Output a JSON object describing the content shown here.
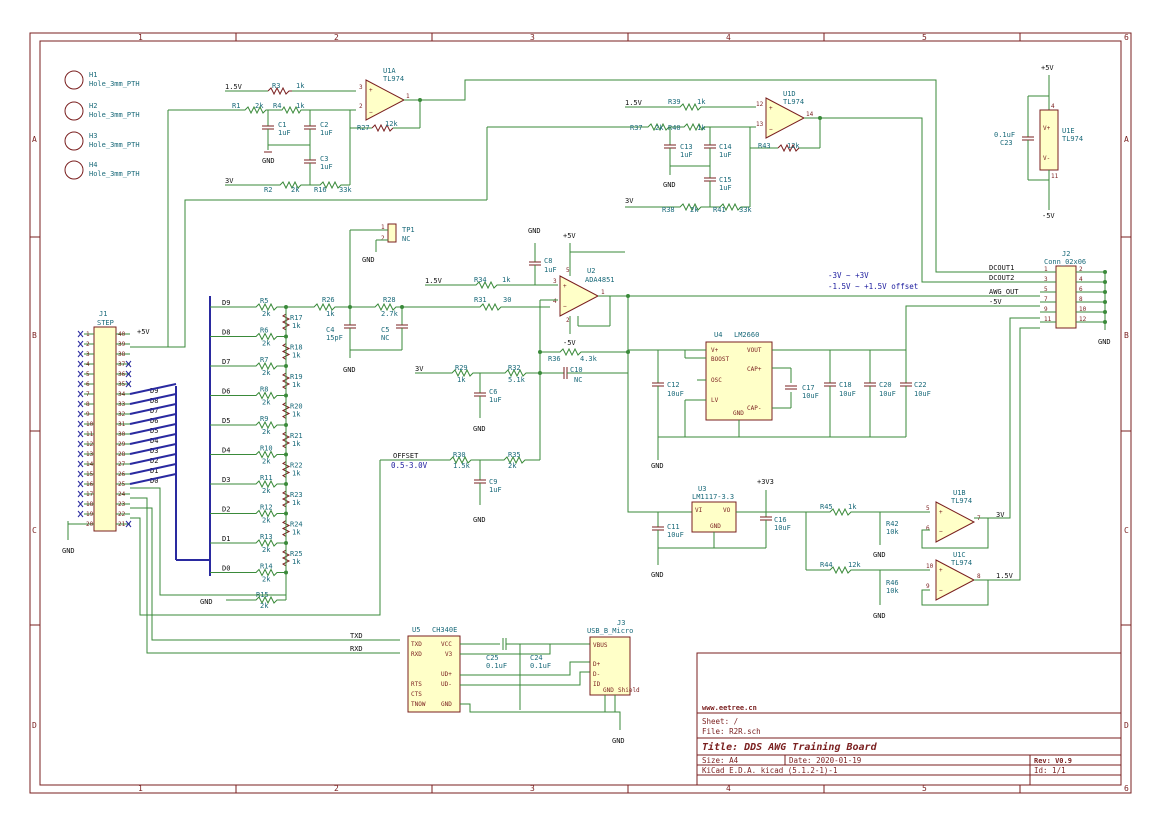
{
  "ruler": {
    "cols": [
      "1",
      "2",
      "3",
      "4",
      "5",
      "6"
    ],
    "rows": [
      "A",
      "B",
      "C",
      "D"
    ]
  },
  "holes": [
    {
      "ref": "H1",
      "val": "Hole_3mm_PTH"
    },
    {
      "ref": "H2",
      "val": "Hole_3mm_PTH"
    },
    {
      "ref": "H3",
      "val": "Hole_3mm_PTH"
    },
    {
      "ref": "H4",
      "val": "Hole_3mm_PTH"
    }
  ],
  "opamps": {
    "u1a": {
      "ref": "U1A",
      "val": "TL974"
    },
    "u1d": {
      "ref": "U1D",
      "val": "TL974"
    },
    "u1e": {
      "ref": "U1E",
      "val": "TL974"
    },
    "u1b": {
      "ref": "U1B",
      "val": "TL974"
    },
    "u1c": {
      "ref": "U1C",
      "val": "TL974"
    },
    "u2": {
      "ref": "U2",
      "val": "ADA4851"
    }
  },
  "resistors": {
    "r1": {
      "ref": "R1",
      "val": "2k"
    },
    "r2": {
      "ref": "R2",
      "val": "2k"
    },
    "r3": {
      "ref": "R3",
      "val": "1k"
    },
    "r4": {
      "ref": "R4",
      "val": "1k"
    },
    "r16": {
      "ref": "R16",
      "val": "33k"
    },
    "r27": {
      "ref": "R27",
      "val": "12k"
    },
    "r37": {
      "ref": "R37",
      "val": "2k"
    },
    "r38": {
      "ref": "R38",
      "val": "2k"
    },
    "r39": {
      "ref": "R39",
      "val": "1k"
    },
    "r40": {
      "ref": "R40",
      "val": "1k"
    },
    "r41": {
      "ref": "R41",
      "val": "33k"
    },
    "r43": {
      "ref": "R43",
      "val": "12k"
    },
    "r26": {
      "ref": "R26",
      "val": "1k"
    },
    "r28": {
      "ref": "R28",
      "val": "2.7k"
    },
    "r31": {
      "ref": "R31",
      "val": "30"
    },
    "r34": {
      "ref": "R34",
      "val": "1k"
    },
    "r36": {
      "ref": "R36",
      "val": "4.3k"
    },
    "r29": {
      "ref": "R29",
      "val": "1k"
    },
    "r32": {
      "ref": "R32",
      "val": "5.1k"
    },
    "r30": {
      "ref": "R30",
      "val": "1.5k"
    },
    "r35": {
      "ref": "R35",
      "val": "2k"
    },
    "r45": {
      "ref": "R45",
      "val": "1k"
    },
    "r42": {
      "ref": "R42",
      "val": "10k"
    },
    "r44": {
      "ref": "R44",
      "val": "12k"
    },
    "r46": {
      "ref": "R46",
      "val": "10k"
    }
  },
  "ladder": {
    "series": [
      {
        "ref": "R5",
        "val": "2k",
        "net": "D9"
      },
      {
        "ref": "R6",
        "val": "2k",
        "net": "D8"
      },
      {
        "ref": "R7",
        "val": "2k",
        "net": "D7"
      },
      {
        "ref": "R8",
        "val": "2k",
        "net": "D6"
      },
      {
        "ref": "R9",
        "val": "2k",
        "net": "D5"
      },
      {
        "ref": "R10",
        "val": "2k",
        "net": "D4"
      },
      {
        "ref": "R11",
        "val": "2k",
        "net": "D3"
      },
      {
        "ref": "R12",
        "val": "2k",
        "net": "D2"
      },
      {
        "ref": "R13",
        "val": "2k",
        "net": "D1"
      },
      {
        "ref": "R14",
        "val": "2k",
        "net": "D0"
      }
    ],
    "shunt": [
      {
        "ref": "R17",
        "val": "1k"
      },
      {
        "ref": "R18",
        "val": "1k"
      },
      {
        "ref": "R19",
        "val": "1k"
      },
      {
        "ref": "R20",
        "val": "1k"
      },
      {
        "ref": "R21",
        "val": "1k"
      },
      {
        "ref": "R22",
        "val": "1k"
      },
      {
        "ref": "R23",
        "val": "1k"
      },
      {
        "ref": "R24",
        "val": "1k"
      },
      {
        "ref": "R25",
        "val": "1k"
      }
    ],
    "term": {
      "ref": "R15",
      "val": "2k"
    }
  },
  "caps": {
    "c1": {
      "ref": "C1",
      "val": "1uF"
    },
    "c2": {
      "ref": "C2",
      "val": "1uF"
    },
    "c3": {
      "ref": "C3",
      "val": "1uF"
    },
    "c13": {
      "ref": "C13",
      "val": "1uF"
    },
    "c14": {
      "ref": "C14",
      "val": "1uF"
    },
    "c15": {
      "ref": "C15",
      "val": "1uF"
    },
    "c23": {
      "ref": "C23",
      "val": "0.1uF"
    },
    "c4": {
      "ref": "C4",
      "val": "15pF"
    },
    "c5": {
      "ref": "C5",
      "val": "NC"
    },
    "c8": {
      "ref": "C8",
      "val": "1uF"
    },
    "c6": {
      "ref": "C6",
      "val": "1uF"
    },
    "c10": {
      "ref": "C10",
      "val": "NC"
    },
    "c9": {
      "ref": "C9",
      "val": "1uF"
    },
    "c12": {
      "ref": "C12",
      "val": "10uF"
    },
    "c17": {
      "ref": "C17",
      "val": "10uF"
    },
    "c18": {
      "ref": "C18",
      "val": "10uF"
    },
    "c20": {
      "ref": "C20",
      "val": "10uF"
    },
    "c22": {
      "ref": "C22",
      "val": "10uF"
    },
    "c11": {
      "ref": "C11",
      "val": "10uF"
    },
    "c16": {
      "ref": "C16",
      "val": "10uF"
    },
    "c25": {
      "ref": "C25",
      "val": "0.1uF"
    },
    "c24": {
      "ref": "C24",
      "val": "0.1uF"
    }
  },
  "nets": {
    "v15": "1.5V",
    "v3": "3V",
    "gnd": "GND",
    "p5v": "+5V",
    "m5v": "-5V",
    "p3v3": "+3V3",
    "offset": "OFFSET",
    "offset_range": "0.5-3.0V",
    "txd": "TXD",
    "rxd": "RXD",
    "dcout1": "DCOUT1",
    "dcout2": "DCOUT2",
    "awg": "AWG_OUT",
    "m5": "-5V",
    "v3out": "3V",
    "v15out": "1.5V"
  },
  "tp1": {
    "ref": "TP1",
    "val": "NC"
  },
  "j1": {
    "ref": "J1",
    "val": "STEP",
    "left": [
      "1",
      "2",
      "3",
      "4",
      "5",
      "6",
      "7",
      "8",
      "9",
      "10",
      "11",
      "12",
      "13",
      "14",
      "15",
      "16",
      "17",
      "18",
      "19",
      "20"
    ],
    "right": [
      "40",
      "39",
      "38",
      "37",
      "36",
      "35",
      "34",
      "33",
      "32",
      "31",
      "30",
      "29",
      "28",
      "27",
      "26",
      "25",
      "24",
      "23",
      "22",
      "21"
    ],
    "data": [
      "D9",
      "D8",
      "D7",
      "D6",
      "D5",
      "D4",
      "D3",
      "D2",
      "D1",
      "D0"
    ]
  },
  "j2": {
    "ref": "J2",
    "val": "Conn_02x06",
    "left": [
      "1",
      "3",
      "5",
      "7",
      "9",
      "11"
    ],
    "right": [
      "2",
      "4",
      "6",
      "8",
      "10",
      "12"
    ]
  },
  "j3": {
    "ref": "J3",
    "val": "USB_B_Micro",
    "pins": [
      "VBUS",
      "D+",
      "D-",
      "ID",
      "GND",
      "Shield"
    ]
  },
  "u4": {
    "ref": "U4",
    "val": "LM2660",
    "pins": [
      "V+",
      "BOOST",
      "OSC",
      "LV",
      "GND",
      "VOUT",
      "CAP+",
      "CAP-"
    ]
  },
  "u3": {
    "ref": "U3",
    "val": "LM1117-3.3",
    "pins": [
      "VI",
      "VO",
      "GND"
    ]
  },
  "u5": {
    "ref": "U5",
    "val": "CH340E",
    "pins": [
      "TXD",
      "RXD",
      "RTS",
      "CTS",
      "TNOW",
      "VCC",
      "V3",
      "UD+",
      "UD-",
      "GND"
    ]
  },
  "notes": {
    "range1": "-3V ~ +3V",
    "range2": "-1.5V ~ +1.5V offset"
  },
  "title_block": {
    "company": "www.eetree.cn",
    "sheet": "Sheet: /",
    "file": "File: R2R.sch",
    "title": "Title: DDS AWG Training Board",
    "size": "Size: A4",
    "date": "Date: 2020-01-19",
    "rev": "Rev: V0.9",
    "kicad": "KiCad E.D.A.  kicad (5.1.2-1)-1",
    "id": "Id: 1/1"
  }
}
